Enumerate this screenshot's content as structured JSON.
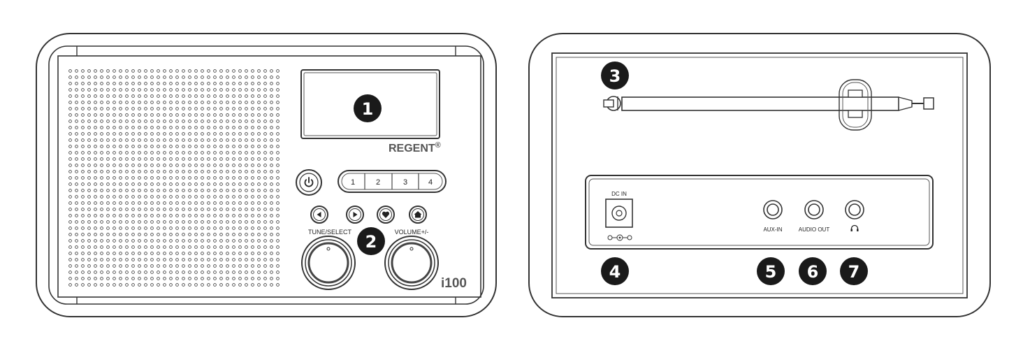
{
  "front": {
    "brand": "REGENT",
    "brand_mark": "®",
    "model": "i100",
    "preset_buttons": [
      "1",
      "2",
      "3",
      "4"
    ],
    "nav_icons": [
      "prev-icon",
      "next-icon",
      "heart-icon",
      "home-icon"
    ],
    "power_icon": "power-icon",
    "knob_left_label": "TUNE/SELECT",
    "knob_right_label": "VOLUME+/-"
  },
  "rear": {
    "dc_label": "DC IN",
    "aux_label": "AUX-IN",
    "audio_out_label": "AUDIO OUT",
    "headphone_icon": "headphones-icon"
  },
  "callouts": {
    "display": "1",
    "controls": "2",
    "antenna": "3",
    "dc_in": "4",
    "aux_in": "5",
    "audio_out": "6",
    "headphones": "7"
  }
}
